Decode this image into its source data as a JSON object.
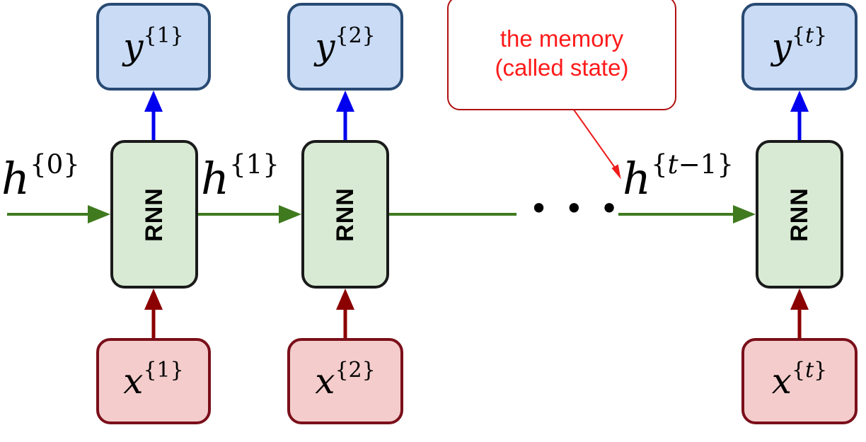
{
  "cells": [
    {
      "rnn_label": "RNN",
      "output": {
        "var": "y",
        "sup": "1"
      },
      "input": {
        "var": "x",
        "sup": "1"
      }
    },
    {
      "rnn_label": "RNN",
      "output": {
        "var": "y",
        "sup": "2"
      },
      "input": {
        "var": "x",
        "sup": "2"
      }
    },
    {
      "rnn_label": "RNN",
      "output": {
        "var": "y",
        "sup": "t"
      },
      "input": {
        "var": "x",
        "sup": "t"
      }
    }
  ],
  "hidden_states": [
    {
      "var": "h",
      "sup": "0"
    },
    {
      "var": "h",
      "sup": "1"
    },
    {
      "var": "h",
      "sup_pre": "t",
      "sup_post": "−1"
    }
  ],
  "brace_open": "{",
  "brace_close": "}",
  "ellipsis": "• • •",
  "callout": {
    "line1": "the memory",
    "line2": "(called state)"
  },
  "colors": {
    "hidden_arrow": "#3f7a1f",
    "output_arrow": "#0000ee",
    "input_arrow": "#8b0000",
    "callout_text": "#ff1a1a",
    "callout_pointer": "#ee1c1c"
  }
}
